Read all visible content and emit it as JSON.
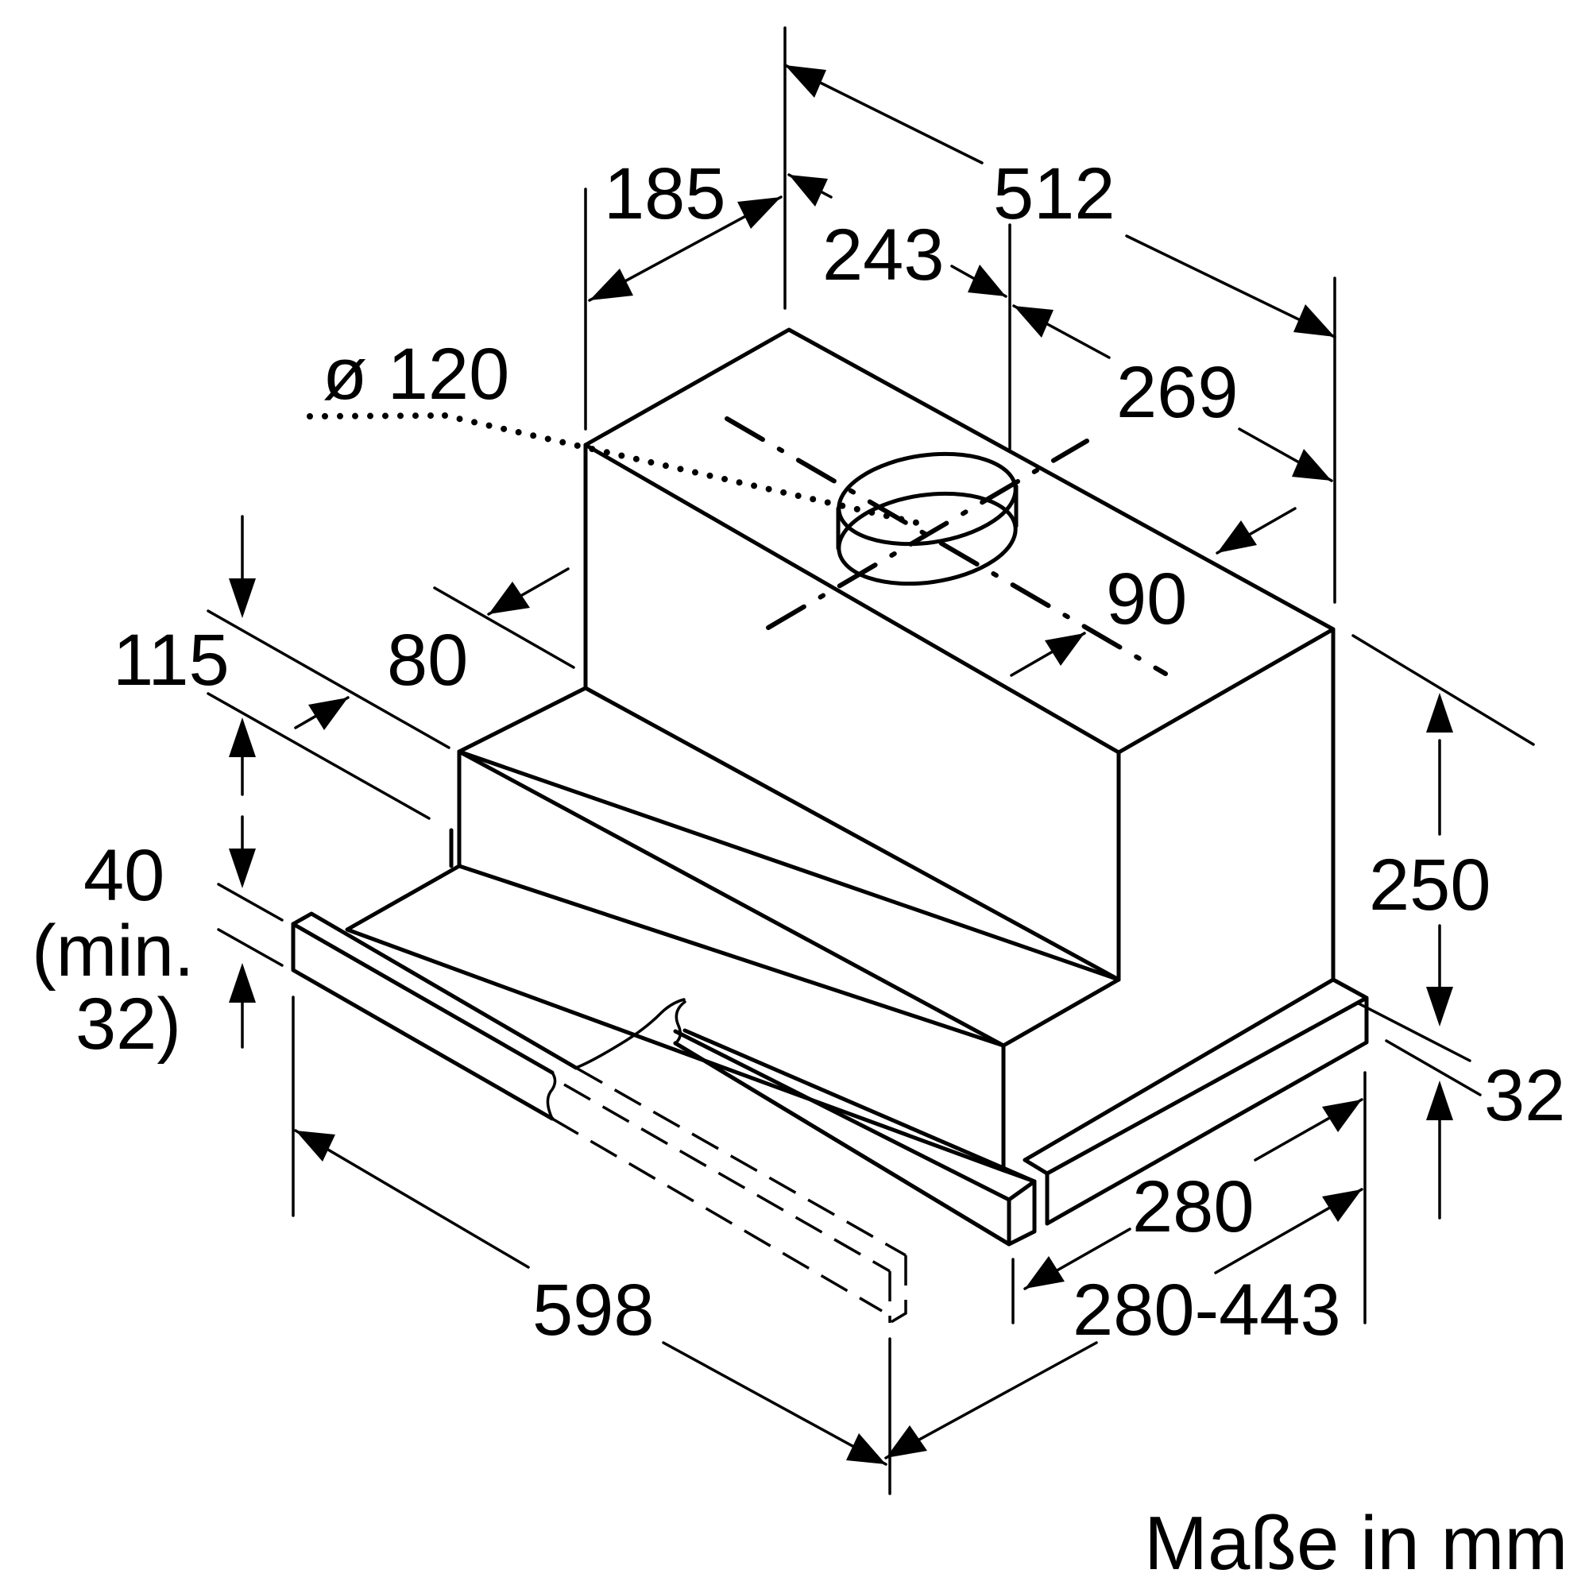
{
  "dimensions": {
    "d512": "512",
    "d185": "185",
    "d243": "243",
    "d269": "269",
    "d_dia": "ø 120",
    "d115": "115",
    "d80": "80",
    "d90": "90",
    "d40": "40",
    "d40_min_a": "(min.",
    "d40_min_b": "32)",
    "d250": "250",
    "d32": "32",
    "d280": "280",
    "d280_443": "280-443",
    "d598": "598"
  },
  "units_note": "Maße in mm"
}
